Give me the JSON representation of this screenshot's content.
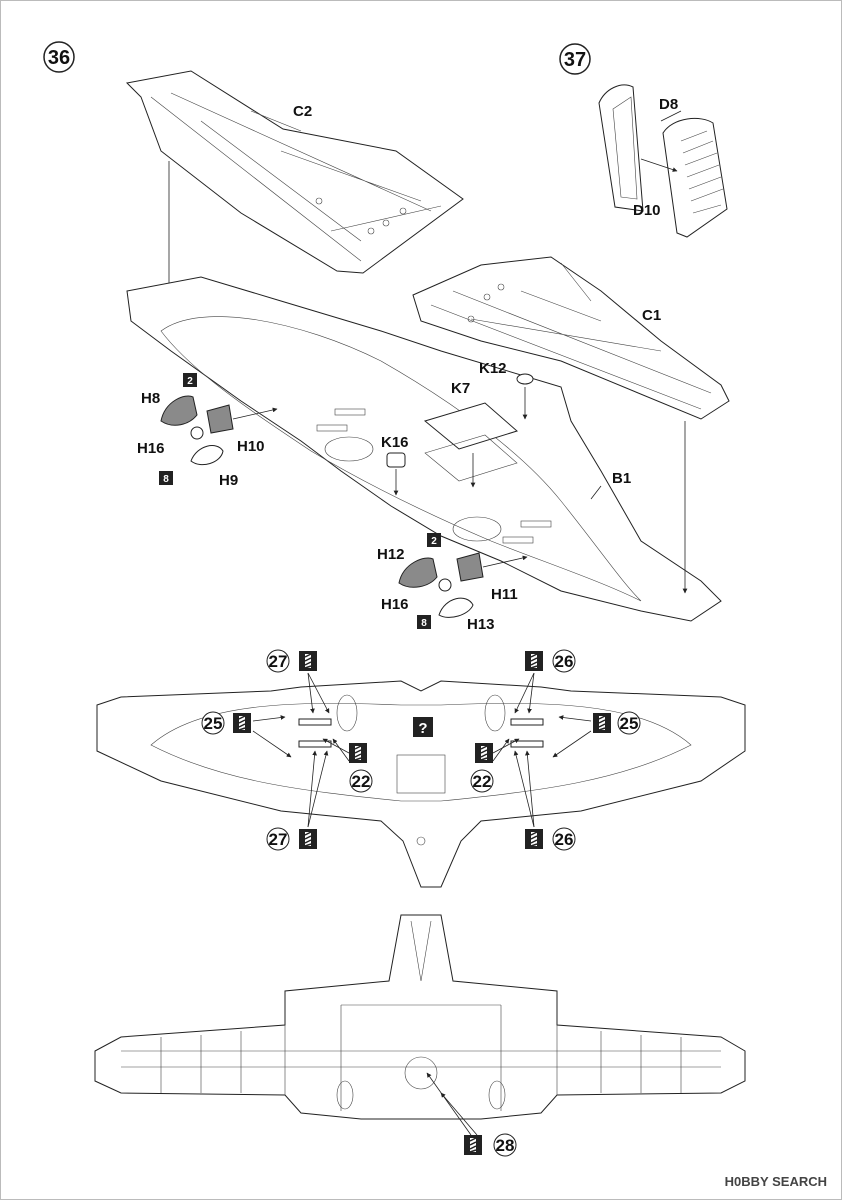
{
  "steps": [
    {
      "number": "36"
    },
    {
      "number": "37"
    }
  ],
  "parts": {
    "c2": "C2",
    "c1": "C1",
    "b1": "B1",
    "d8": "D8",
    "d10": "D10",
    "k12": "K12",
    "k7": "K7",
    "k16": "K16",
    "h8": "H8",
    "h16a": "H16",
    "h10": "H10",
    "h9": "H9",
    "h12": "H12",
    "h16b": "H16",
    "h11": "H11",
    "h13": "H13"
  },
  "paint_boxes": {
    "h8_color": "2",
    "h9_color": "8",
    "h12_color": "2",
    "h13_color": "8"
  },
  "callouts": {
    "c27a": "27",
    "c26a": "26",
    "c25a": "25",
    "c25b": "25",
    "c22a": "22",
    "c22b": "22",
    "c27b": "27",
    "c26b": "26",
    "c28": "28",
    "question": "?"
  },
  "watermark": "H0BBY SEARCH",
  "icons": [
    "decal-stripe-icon",
    "paint-number-box",
    "question-mark-box"
  ]
}
